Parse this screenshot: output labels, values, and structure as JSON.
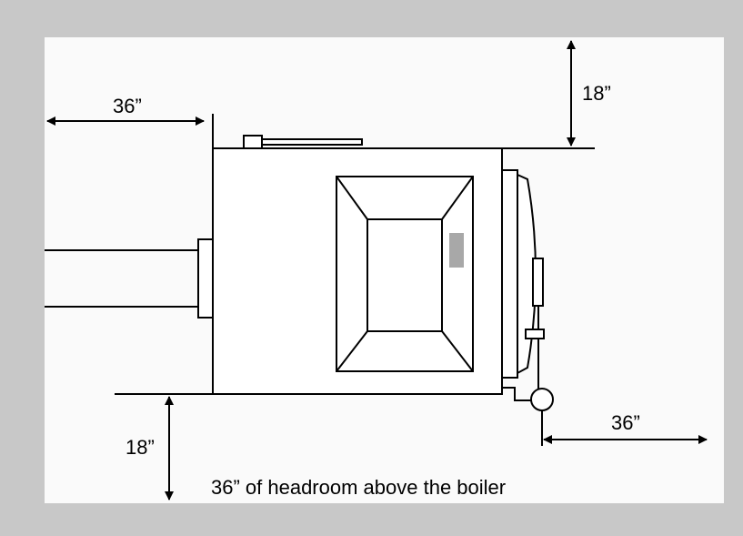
{
  "diagram": {
    "clearances": {
      "left": "36”",
      "top": "18”",
      "bottom": "18”",
      "right": "36”"
    },
    "caption": "36” of headroom above the boiler",
    "colors": {
      "background": "#c8c8c8",
      "panel": "#fafafa",
      "stroke": "#000000",
      "indicator": "#a8a8a8"
    }
  }
}
